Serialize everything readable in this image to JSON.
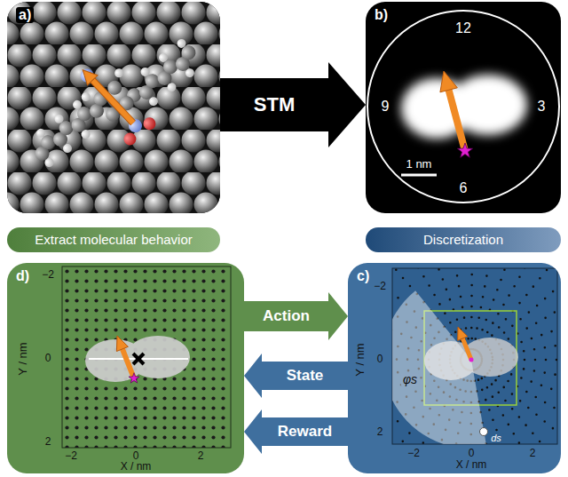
{
  "diagram": {
    "nodes": [
      {
        "text": [
          "a)"
        ]
      },
      {
        "text": [
          "b)"
        ]
      },
      {
        "text": [
          "Extract molecular behavior"
        ]
      },
      {
        "text": [
          "Discretization"
        ]
      },
      {
        "text": [
          "d)"
        ]
      },
      {
        "text": [
          "c)"
        ]
      }
    ],
    "edges": [
      {
        "from": 0,
        "to": 1,
        "label": "STM",
        "arrow": "to"
      },
      {
        "from": 4,
        "to": 5,
        "label": "Action",
        "arrow": "to"
      },
      {
        "from": 5,
        "to": 4,
        "label": "State",
        "arrow": "to"
      },
      {
        "from": 5,
        "to": 4,
        "label": "Reward",
        "arrow": "to"
      }
    ],
    "labels": [
      "12",
      "9",
      "3",
      "6",
      "1 nm",
      "Y / nm",
      "−2",
      "0",
      "2",
      "−2",
      "0",
      "2",
      "X / nm",
      "Y / nm",
      "−2",
      "0",
      "2",
      "−2",
      "0",
      "2",
      "X / nm",
      "φs",
      "ds"
    ]
  }
}
